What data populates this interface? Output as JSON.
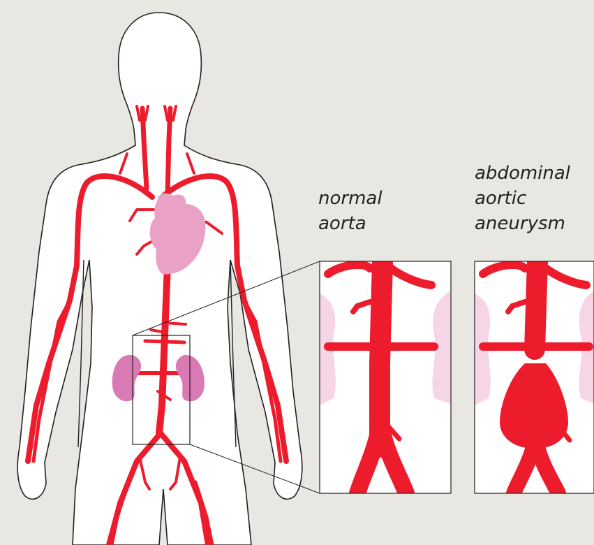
{
  "labels": {
    "normal": [
      "normal",
      "aorta"
    ],
    "aneurysm": [
      "abdominal",
      "aortic",
      "aneurysm"
    ]
  },
  "colors": {
    "background": "#e9e7e1",
    "body_fill": "#ffffff",
    "outline": "#231f20",
    "artery": "#ec1c2d",
    "heart": "#eaa1c6",
    "kidney": "#d97ab5",
    "kidney_faint": "#f6d6e6"
  },
  "icons": [
    "body-silhouette",
    "heart",
    "kidney",
    "aorta",
    "magnifier-box"
  ]
}
